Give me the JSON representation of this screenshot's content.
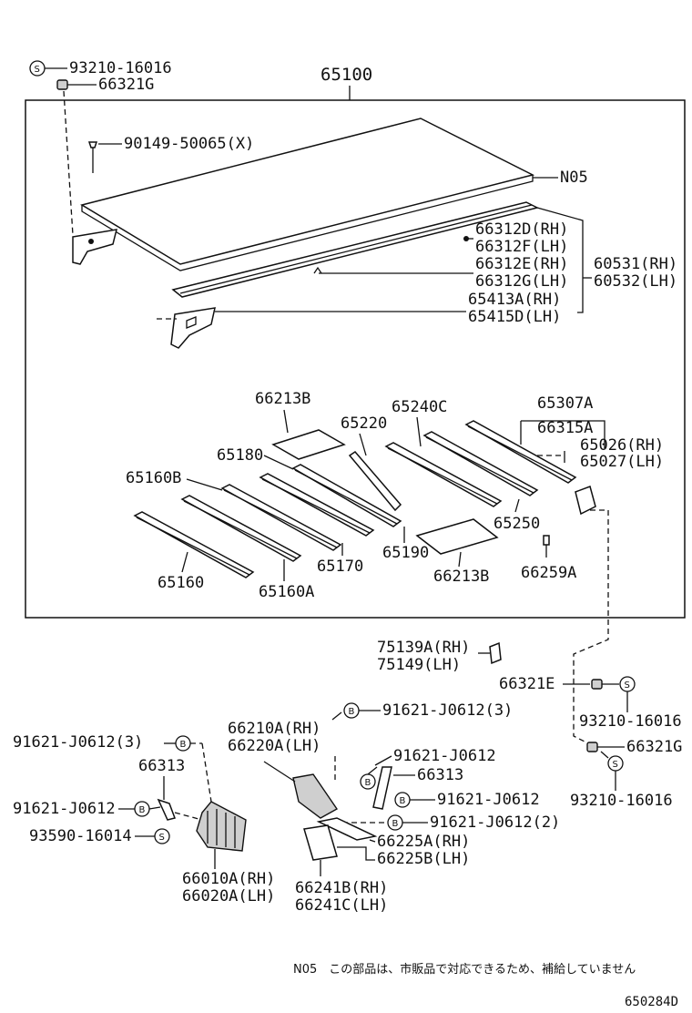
{
  "main_part": "65100",
  "labels": {
    "topleft_bolt": "93210-16016",
    "topleft_nut": "66321G",
    "screw": "90149-50065(X)",
    "n05": "N05",
    "r1": "66312D(RH)",
    "r2": "66312F(LH)",
    "r3": "66312E(RH)",
    "r4": "66312G(LH)",
    "r5": "65413A(RH)",
    "r6": "65415D(LH)",
    "r7": "60531(RH)",
    "r8": "60532(LH)",
    "m_66213b_top": "66213B",
    "m_65220": "65220",
    "m_65240c": "65240C",
    "m_65307a": "65307A",
    "m_66315a": "66315A",
    "m_65026": "65026(RH)",
    "m_65027": "65027(LH)",
    "m_65180": "65180",
    "m_65160b": "65160B",
    "m_65250": "65250",
    "m_65190": "65190",
    "m_65170": "65170",
    "m_65160": "65160",
    "m_65160a": "65160A",
    "m_66213b_bot": "66213B",
    "m_66259a": "66259A",
    "b_75139a": "75139A(RH)",
    "b_75149": "75149(LH)",
    "b_66321e": "66321E",
    "b_bolt_r1": "93210-16016",
    "b_66321g": "66321G",
    "b_bolt_r2": "93210-16016",
    "b_66210a": "66210A(RH)",
    "b_66220a": "66220A(LH)",
    "b_91621_3a": "91621-J0612(3)",
    "b_91621_3b": "91621-J0612(3)",
    "b_66313a": "66313",
    "b_91621_l": "91621-J0612",
    "b_93590": "93590-16014",
    "b_91621_c1": "91621-J0612",
    "b_66313b": "66313",
    "b_91621_c2": "91621-J0612",
    "b_91621_2": "91621-J0612(2)",
    "b_66225a": "66225A(RH)",
    "b_66225b": "66225B(LH)",
    "b_66010a": "66010A(RH)",
    "b_66020a": "66020A(LH)",
    "b_66241b": "66241B(RH)",
    "b_66241c": "66241C(LH)"
  },
  "symbols": {
    "s": "S",
    "b": "B"
  },
  "footer": {
    "note": "N05　この部品は、市販品で対応できるため、補給していません",
    "code": "650284D"
  }
}
